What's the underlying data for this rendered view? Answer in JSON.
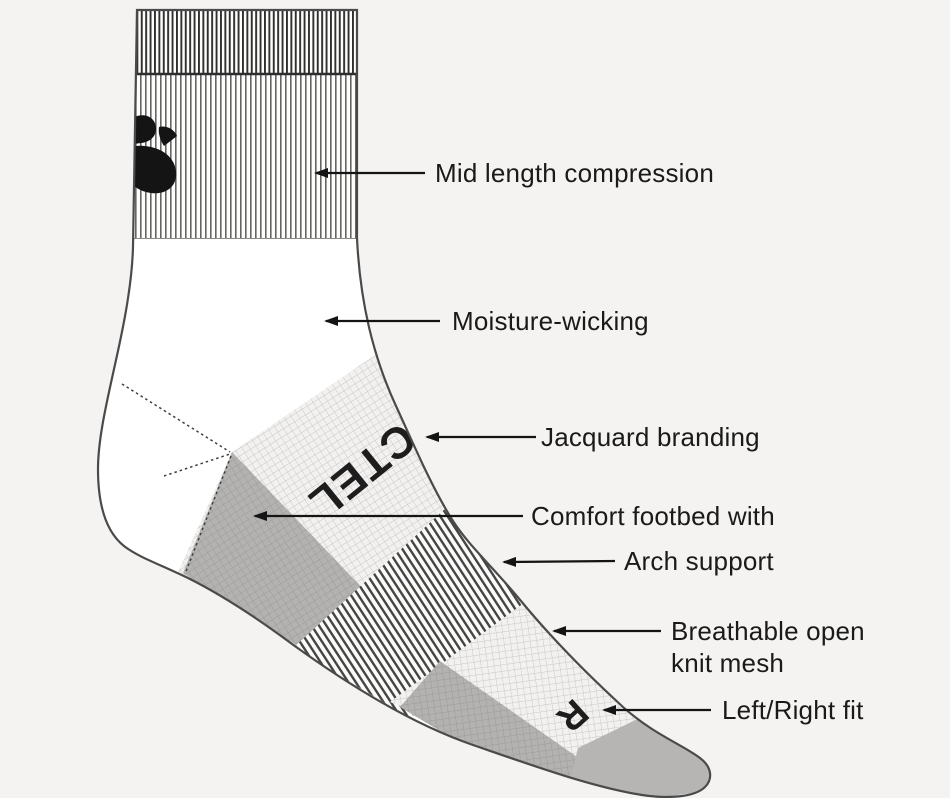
{
  "diagram": {
    "subject": "sock-feature-diagram",
    "jacquard_text": "CTEL",
    "fit_marker_text": "R",
    "logo_icon": "paw-logo-fragment-icon"
  },
  "annotations": [
    {
      "label": "Mid length compression"
    },
    {
      "label": "Moisture-wicking"
    },
    {
      "label": "Jacquard branding"
    },
    {
      "label": "Comfort footbed with"
    },
    {
      "label": "Arch support"
    },
    {
      "label": "Breathable open knit mesh"
    },
    {
      "label": "Left/Right fit"
    }
  ],
  "colors": {
    "background": "#f4f3f1",
    "sock_white": "#ffffff",
    "outline": "#4a4a4a",
    "ink": "#1a1a1a",
    "rib_dark": "#2f2f2f",
    "rib_light": "#4a4a4a",
    "mesh_bg": "#f2f1ef",
    "mesh_line": "#c7c6c4",
    "footbed_gray": "#b3b2b0",
    "footbed_line": "#9c9b99",
    "stripe": "#454545",
    "toe_gray": "#b6b5b3"
  }
}
